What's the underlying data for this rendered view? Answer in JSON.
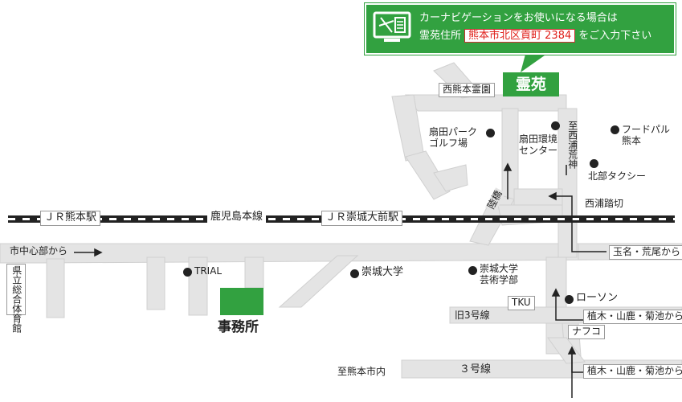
{
  "callout": {
    "line1": "カーナビゲーションをお使いになる場合は",
    "line2_prefix": "霊苑住所",
    "address": "熊本市北区貢町 2384",
    "line2_suffix": "をご入力下さい",
    "icon": "car-navigation-icon"
  },
  "landmarks": {
    "reien": "霊苑",
    "nishi_kumamoto_reien": "西熊本霊園",
    "golf": "扇田パーク\nゴルフ場",
    "kankyo_center": "扇田環境\nセンター",
    "to_nishiura_arakami": "至西浦荒神",
    "food_pal": "フードパル\n熊本",
    "hokubu_taxi": "北部タクシー",
    "nishiura_fumikiri": "西浦踏切",
    "jr_kumamoto": "ＪＲ熊本駅",
    "kagoshima_line": "鹿児島本線",
    "jr_sojo": "ＪＲ崇城大前駅",
    "rikkyo": "陸橋",
    "from_city_center": "市中心部から",
    "from_tamana": "玉名・荒尾から",
    "gym": "県立総合体育館",
    "trial": "TRIAL",
    "sojo_univ": "崇城大学",
    "sojo_arts": "崇城大学\n芸術学部",
    "lawson": "ローソン",
    "tku": "TKU",
    "old_route3": "旧3号線",
    "from_ueki_1": "植木・山鹿・菊池から",
    "nafco": "ナフコ",
    "office": "事務所",
    "to_kumamoto_city": "至熊本市内",
    "route3": "３号線",
    "from_ueki_2": "植木・山鹿・菊池から"
  },
  "colors": {
    "road": "#e4e4e4",
    "road_edge": "#cfcfcf",
    "green": "#32a140",
    "rail_dark": "#222222",
    "address_red": "#e0201a"
  }
}
